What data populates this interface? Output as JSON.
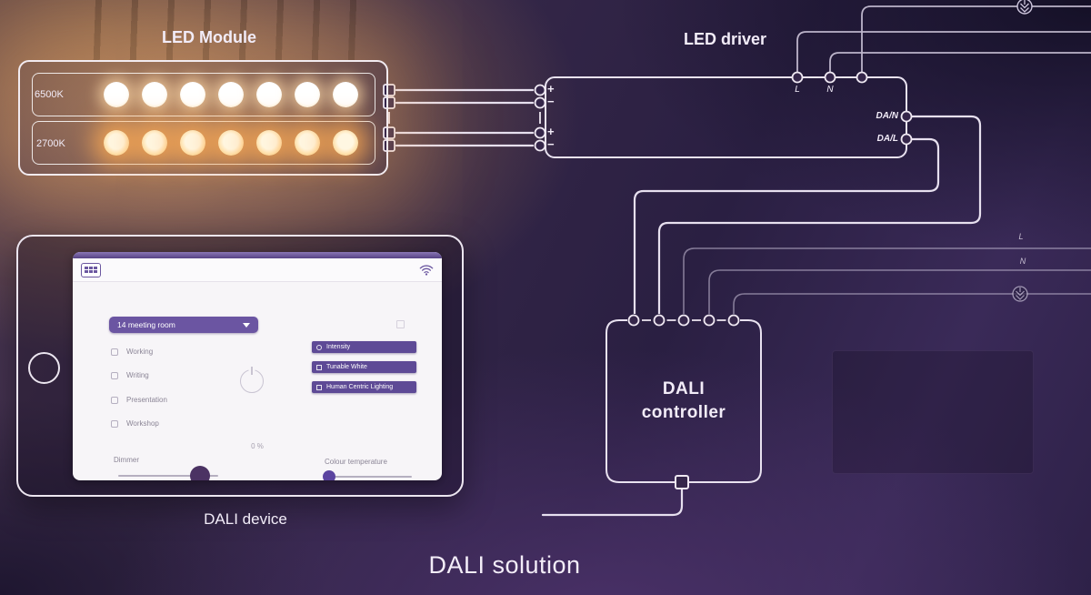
{
  "solution_title": "DALI solution",
  "led_module": {
    "title": "LED Module",
    "leds_per_row": 7,
    "rows": [
      {
        "temp": "6500K"
      },
      {
        "temp": "2700K"
      }
    ]
  },
  "led_driver": {
    "title": "LED driver",
    "output_terminals": [
      "+",
      "−",
      "+",
      "−"
    ],
    "top_terminals": [
      "L",
      "N"
    ],
    "dali_terminals": [
      "DA/N",
      "DA/L"
    ]
  },
  "mains": {
    "line_labels": [
      "L",
      "N"
    ]
  },
  "dali_controller": {
    "line1": "DALI",
    "line2": "controller"
  },
  "dali_device": {
    "label": "DALI device",
    "app": {
      "room_selector": "14 meeting room",
      "scenes": [
        {
          "label": "Working"
        },
        {
          "label": "Writing"
        },
        {
          "label": "Presentation"
        },
        {
          "label": "Workshop"
        }
      ],
      "modes": [
        {
          "label": "Intensity"
        },
        {
          "label": "Tunable White"
        },
        {
          "label": "Human Centric Lighting"
        }
      ],
      "level_text": "0 %",
      "dimmer_label": "Dimmer",
      "colour_temp_label": "Colour temperature"
    }
  },
  "colors": {
    "app_accent": "#5e4a96",
    "wire": "#e7e0ef",
    "warm_led": "#ffc27a",
    "cool_led": "#ffffff",
    "background_purple": "#3a2a58"
  }
}
